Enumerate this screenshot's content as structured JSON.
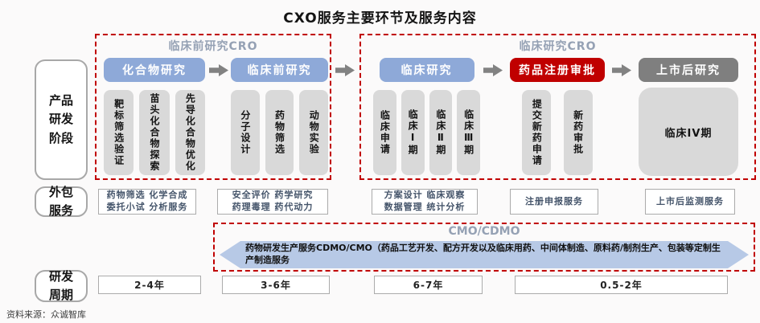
{
  "title": "CXO服务主要环节及服务内容",
  "source": "资料来源：众诚智库",
  "row_labels": {
    "stage": "产品研发阶段",
    "outsourcing": "外包服务",
    "cycle": "研发周期"
  },
  "preclinical_cro": {
    "label": "临床前研究CRO",
    "compound": {
      "name": "化合物研究",
      "substeps": [
        "靶标筛选验证",
        "苗头化合物探索",
        "先导化合物优化"
      ]
    },
    "preclinical": {
      "name": "临床前研究",
      "substeps": [
        "分子设计",
        "药物筛选",
        "动物实验"
      ]
    }
  },
  "clinical_cro": {
    "label": "临床研究CRO",
    "clinical": {
      "name": "临床研究",
      "substeps": [
        "临床申请",
        "临床Ⅰ期",
        "临床Ⅱ期",
        "临床Ⅲ期"
      ]
    },
    "registration": {
      "name": "药品注册审批",
      "substeps": [
        "提交新药申请",
        "新药审批"
      ]
    },
    "post_market": {
      "name": "上市后研究",
      "substeps": [
        "临床IV期"
      ]
    }
  },
  "outsourcing_services": [
    {
      "lines": [
        "药物筛选 化学合成",
        "委托小试 分析服务"
      ]
    },
    {
      "lines": [
        "安全评价 药学研究",
        "药理毒理 药代动力"
      ]
    },
    {
      "lines": [
        "方案设计 临床观察",
        "数据管理 统计分析"
      ]
    },
    {
      "lines": [
        "注册申报服务"
      ]
    },
    {
      "lines": [
        "上市后监测服务"
      ]
    }
  ],
  "cmo": {
    "label": "CMO/CDMO",
    "text": "药物研发生产服务CDMO/CMO（药品工艺开发、配方开发以及临床用药、中间体制造、原料药/制剂生产、包装等定制生产制造服务"
  },
  "cycles": [
    "2-4年",
    "3-6年",
    "6-7年",
    "0.5-2年"
  ],
  "colors": {
    "stage_blue": "#8ea9d8",
    "registration_red": "#c00000",
    "post_market_gray": "#7f7f7f",
    "substep_gray": "#d9d9d9",
    "cro_label_gray": "#95a1b4",
    "dashed_border_red": "#c00000",
    "banner_blue": "#b7c9e6",
    "service_text": "#44546a"
  }
}
